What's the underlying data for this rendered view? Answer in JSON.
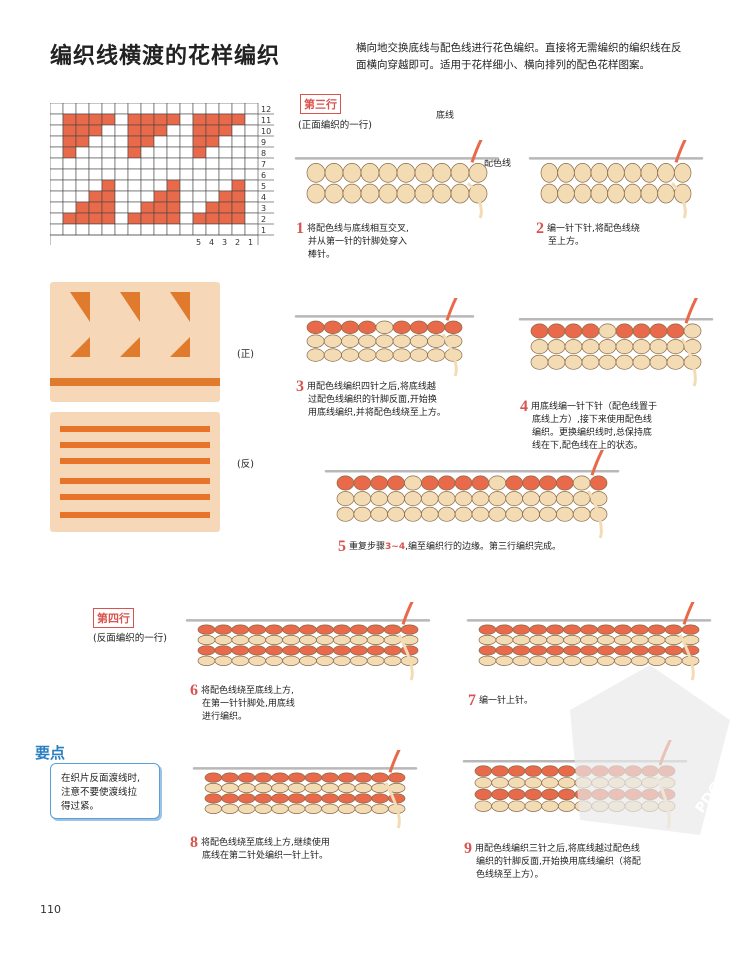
{
  "title": "编织线横渡的花样编织",
  "intro": [
    "横向地交换底线与配色线进行花色编织。直接将无需编织的编织线在反",
    "面横向穿越即可。适用于花样细小、横向排列的配色花样图案。"
  ],
  "chart": {
    "row_numbers": [
      "12",
      "11",
      "10",
      "9",
      "8",
      "7",
      "6",
      "5",
      "4",
      "3",
      "2",
      "1"
    ],
    "col_numbers": [
      "5",
      "4",
      "3",
      "2",
      "1"
    ]
  },
  "photos": {
    "front_label": "(正)",
    "back_label": "(反)"
  },
  "section3": {
    "label": "第三行",
    "sub": "(正面编织的一行)",
    "thread_base": "底线",
    "thread_color": "配色线",
    "steps": [
      {
        "num": "1",
        "lines": [
          "将配色线与底线相互交叉,",
          "并从第一针的针脚处穿入",
          "棒针。"
        ]
      },
      {
        "num": "2",
        "lines": [
          "编一针下针,将配色线绕",
          "至上方。"
        ]
      },
      {
        "num": "3",
        "lines": [
          "用配色线编织四针之后,将底线越",
          "过配色线编织的针脚反面,开始换",
          "用底线编织,并将配色线绕至上方。"
        ]
      },
      {
        "num": "4",
        "lines": [
          "用底线编一针下针（配色线置于",
          "底线上方）,接下来使用配色线",
          "编织。更换编织线时,总保持底",
          "线在下,配色线在上的状态。"
        ]
      },
      {
        "num": "5",
        "pre": "重复步骤",
        "hl": "3~4",
        "post": ",编至编织行的边缘。第三行编织完成。"
      }
    ]
  },
  "section4": {
    "label": "第四行",
    "sub": "(反面编织的一行)",
    "steps": [
      {
        "num": "6",
        "lines": [
          "将配色线绕至底线上方,",
          "在第一针针脚处,用底线",
          "进行编织。"
        ]
      },
      {
        "num": "7",
        "lines": [
          "编一针上针。"
        ]
      },
      {
        "num": "8",
        "lines": [
          "将配色线绕至底线上方,继续使用",
          "底线在第二针处编织一针上针。"
        ]
      },
      {
        "num": "9",
        "lines": [
          "用配色线编织三针之后,将底线越过配色线",
          "编织的针脚反面,开始换用底线编织（将配",
          "色线绕至上方）。"
        ]
      }
    ]
  },
  "keypoint": {
    "title": "要点",
    "lines": [
      "在织片反面渡线时,",
      "注意不要使渡线拉",
      "得过紧。"
    ]
  },
  "watermark": "PDG",
  "page_number": "110",
  "colors": {
    "base": "#f3dcb4",
    "contrast": "#e86a4a",
    "accent": "#d9534f",
    "key": "#2a7fc1"
  }
}
